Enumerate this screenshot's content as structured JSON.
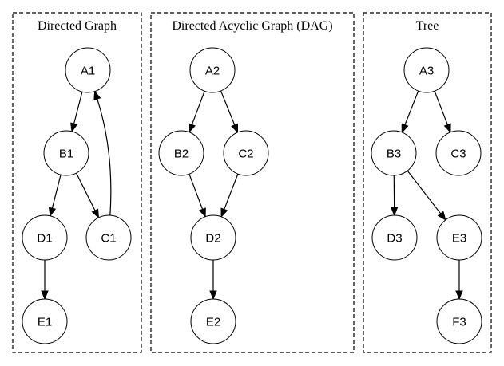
{
  "diagram": {
    "panels": [
      {
        "id": "directed",
        "title": "Directed Graph",
        "nodes": [
          {
            "id": "A1",
            "label": "A1"
          },
          {
            "id": "B1",
            "label": "B1"
          },
          {
            "id": "C1",
            "label": "C1"
          },
          {
            "id": "D1",
            "label": "D1"
          },
          {
            "id": "E1",
            "label": "E1"
          }
        ],
        "edges": [
          {
            "from": "A1",
            "to": "B1"
          },
          {
            "from": "B1",
            "to": "D1"
          },
          {
            "from": "B1",
            "to": "C1"
          },
          {
            "from": "C1",
            "to": "A1"
          },
          {
            "from": "D1",
            "to": "E1"
          }
        ]
      },
      {
        "id": "dag",
        "title": "Directed Acyclic Graph (DAG)",
        "nodes": [
          {
            "id": "A2",
            "label": "A2"
          },
          {
            "id": "B2",
            "label": "B2"
          },
          {
            "id": "C2",
            "label": "C2"
          },
          {
            "id": "D2",
            "label": "D2"
          },
          {
            "id": "E2",
            "label": "E2"
          }
        ],
        "edges": [
          {
            "from": "A2",
            "to": "B2"
          },
          {
            "from": "A2",
            "to": "C2"
          },
          {
            "from": "B2",
            "to": "D2"
          },
          {
            "from": "C2",
            "to": "D2"
          },
          {
            "from": "D2",
            "to": "E2"
          }
        ]
      },
      {
        "id": "tree",
        "title": "Tree",
        "nodes": [
          {
            "id": "A3",
            "label": "A3"
          },
          {
            "id": "B3",
            "label": "B3"
          },
          {
            "id": "C3",
            "label": "C3"
          },
          {
            "id": "D3",
            "label": "D3"
          },
          {
            "id": "E3",
            "label": "E3"
          },
          {
            "id": "F3",
            "label": "F3"
          }
        ],
        "edges": [
          {
            "from": "A3",
            "to": "B3"
          },
          {
            "from": "A3",
            "to": "C3"
          },
          {
            "from": "B3",
            "to": "D3"
          },
          {
            "from": "B3",
            "to": "E3"
          },
          {
            "from": "E3",
            "to": "F3"
          }
        ]
      }
    ]
  }
}
